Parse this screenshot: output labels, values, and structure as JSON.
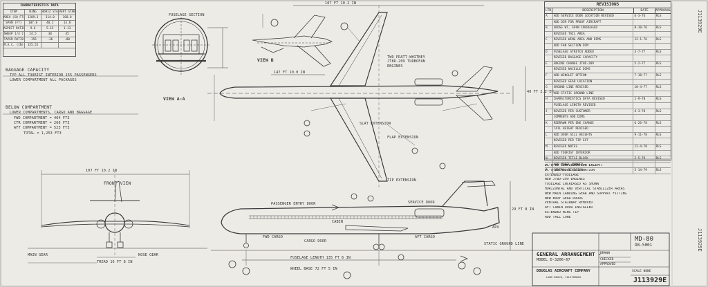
{
  "characteristics": {
    "title": "CHARACTERISTICS DATA",
    "headers": [
      "ITEM",
      "WING",
      "HORIZ STAB",
      "VERT STAB"
    ],
    "rows": [
      [
        "AREA (SQ FT)",
        "1209.3",
        "314.0",
        "168.0"
      ],
      [
        "SPAN (FT)",
        "107.8",
        "40.2",
        "13.8"
      ],
      [
        "ASPECT RATIO",
        "9.6",
        "5.15",
        "1.13"
      ],
      [
        "SWEEP 1/4 C",
        "24.5",
        "30",
        "45"
      ],
      [
        "TAPER RATIO",
        ".156",
        ".36",
        ".80"
      ],
      [
        "M.A.C. (IN)",
        "155.52",
        "",
        ""
      ]
    ]
  },
  "labels": {
    "baggage": [
      "BAGGAGE CAPACITY",
      "TYP ALL TOURIST INTERIOR 155 PASSENGERS",
      "LOWER COMPARTMENT ALL PACKAGES"
    ],
    "below_comp": [
      "BELOW COMPARTMENT",
      "LOWER COMPARTMENTS, CARGO AND BAGGAGE",
      "FWD COMPARTMENT = 464 FT3",
      "CTR COMPARTMENT = 266 FT3",
      "AFT COMPARTMENT = 523 FT3",
      "TOTAL = 1,253 FT3"
    ],
    "cross_section": "FUSELAGE SECTION",
    "view_a": "VIEW A-A",
    "view_b": "VIEW B",
    "engine": "TWO PRATT-WHITNEY JT8D-209 TURBOFAN ENGINES",
    "wing_span": "107 FT 10.2 IN",
    "tail_span": "40 FT 2.2 IN",
    "length": "147 FT 10.0 IN",
    "height": "29 FT 8 IN",
    "front_span": "107 FT 10.2 IN",
    "front_title": "FRONT VIEW",
    "main_gear": "MAIN GEAR",
    "nose_gear": "NOSE GEAR",
    "pass_door": "PASSENGER ENTRY DOOR",
    "svc_door": "SERVICE DOOR",
    "cargo_door": "CARGO DOOR",
    "static_ground": "STATIC GROUND LINE",
    "fwd_cargo": "FWD CARGO",
    "aft_cargo": "AFT CARGO",
    "slats": "SLAT EXTENSION",
    "flaps": "FLAP EXTENSION",
    "wing_tip": "TIP EXTENSION",
    "fuselage_length": "FUSELAGE LENGTH 135 FT 6 IN",
    "cabin": "CABIN",
    "apu": "APU",
    "wheelbase": "WHEEL BASE 72 FT 5 IN",
    "tread": "TREAD 16 FT 8 IN"
  },
  "revisions": {
    "title": "REVISIONS",
    "headers": [
      "LTR",
      "DESCRIPTION",
      "DATE",
      "APPROVAL"
    ],
    "rows": [
      [
        "A",
        "ADD SERVICE DOOR LOCATION REVISED",
        "6-3-76",
        "RLS"
      ],
      [
        "",
        "ADD DIM FOR PROOF AIRCRAFT",
        "",
        ""
      ],
      [
        "B",
        "GROSS WT, SPAN INCREASED",
        "8-10-76",
        "RLS"
      ],
      [
        "",
        "REVISED TAIL AREA",
        "",
        ""
      ],
      [
        "C",
        "REVISED WING AREA AND DIMS",
        "12-1-76",
        "RLS"
      ],
      [
        "",
        "ADD FAN SECTION DIM",
        "",
        ""
      ],
      [
        "D",
        "FUSELAGE STRETCH ADDED",
        "3-7-77",
        "RLS"
      ],
      [
        "",
        "REVISED BAGGAGE CAPACITY",
        "",
        ""
      ],
      [
        "E",
        "ENGINE CHANGE JT8D-209",
        "5-2-77",
        "RLS"
      ],
      [
        "",
        "REVISED NACELLE DIMS",
        "",
        ""
      ],
      [
        "F",
        "ADD WINGLET OPTION",
        "7-18-77",
        "RLS"
      ],
      [
        "",
        "REVISED GEAR LOCATION",
        "",
        ""
      ],
      [
        "G",
        "GROUND LINE REVISED",
        "10-4-77",
        "RLS"
      ],
      [
        "",
        "ADD STATIC GROUND LINE",
        "",
        ""
      ],
      [
        "H",
        "CHARACTERISTICS DATA REVISED",
        "1-9-78",
        "RLS"
      ],
      [
        "",
        "FUSELAGE LENGTH REVISED",
        "",
        ""
      ],
      [
        "J",
        "REVISED PER CUSTOMER",
        "4-3-78",
        "RLS"
      ],
      [
        "",
        "COMMENTS ADD DIMS",
        "",
        ""
      ],
      [
        "K",
        "REDRAWN PER ENG CHANGE",
        "6-26-78",
        "RLS"
      ],
      [
        "",
        "TAIL HEIGHT REVISED",
        "",
        ""
      ],
      [
        "L",
        "ADD DOOR SILL HEIGHTS",
        "9-11-78",
        "RLS"
      ],
      [
        "",
        "REVISED PER TIP EXT",
        "",
        ""
      ],
      [
        "M",
        "REVISED NOTES",
        "12-4-78",
        "RLS"
      ],
      [
        "",
        "ADD TOURIST INTERIOR",
        "",
        ""
      ],
      [
        "N",
        "REVISED TITLE BLOCK",
        "2-5-79",
        "RLS"
      ],
      [
        "",
        "ADD MODEL NUMBER",
        "",
        ""
      ],
      [
        "P",
        "GENERAL REVISION",
        "5-14-79",
        "RLS"
      ]
    ]
  },
  "notes": {
    "header": "DC-9-80 CONFIGURATION EXCEPT:",
    "items": [
      "DC-9-80 MODEL DESIGNATION",
      "EXTENDED FUSELAGE",
      "NEW JT8D-209 ENGINES",
      "FUSELAGE INCREASED AS SHOWN",
      "HORIZONTAL AND VERTICAL STABILIZER AREAS",
      "NEW MAIN LANDING GEAR AND SUPPORT FITTING",
      "NEW BODY GEAR DOORS",
      "VENTRAL STAIRWAY REMOVED",
      "AFT CABIN DOOR INSTALLED",
      "EXTENDED WING TIP",
      "ADD TAIL CONE"
    ]
  },
  "titleblock": {
    "model_box": "MD-80",
    "dwg_no_small": "D8-5001",
    "title_line1": "GENERAL ARRANGEMENT -",
    "title_line2": "MODEL D-3206-67",
    "company": "DOUGLAS AIRCRAFT COMPANY",
    "location": "LONG BEACH, CALIFORNIA",
    "dwg_no": "J113929E",
    "drawn": "DRAWN",
    "checked": "CHECKED",
    "approved": "APPROVED",
    "scale": "SCALE NONE"
  },
  "side_stamps": {
    "top_right": "J113929E",
    "right_mid": "J113929E"
  }
}
